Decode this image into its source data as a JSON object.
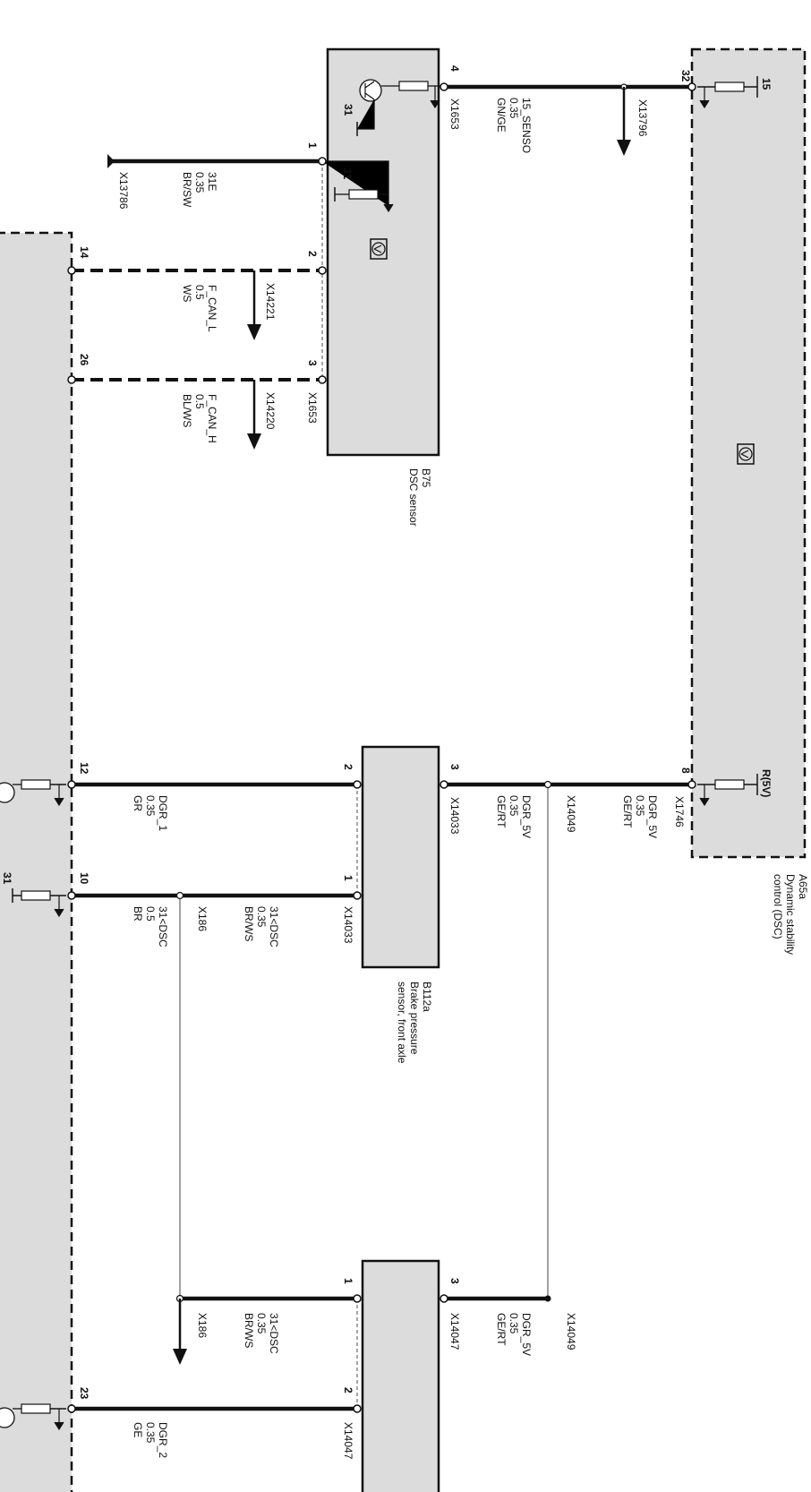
{
  "components": {
    "A65a": {
      "id": "A65a",
      "name_l1": "Dynamic stability",
      "name_l2": "control (DSC)"
    },
    "B75": {
      "id": "B75",
      "name": "DSC sensor"
    },
    "B112a": {
      "id": "B112a",
      "name_l1": "Brake pressure",
      "name_l2": "sensor, front axle"
    }
  },
  "b75": {
    "pin4": "4",
    "pin1": "1",
    "pin2": "2",
    "pin3": "3",
    "conn_top": "X1653",
    "conn_bottom": "X1653",
    "ground_internal_1": "31",
    "ground_internal_2": "31"
  },
  "a65a": {
    "pin32": "32",
    "pin8": "8",
    "term15": "15",
    "termR5v": "R(5V)",
    "conn_bottom": "X1746"
  },
  "left_module": {
    "pin14": "14",
    "pin26": "26",
    "pin12": "12",
    "pin10": "10",
    "pin23": "23",
    "ground31": "31"
  },
  "b112a": {
    "pin3": "3",
    "pin2": "2",
    "pin1": "1",
    "conn_a": "X14033",
    "conn_b": "X14033"
  },
  "lower_sensor": {
    "pin3": "3",
    "pin1": "1",
    "pin2": "2",
    "conn_a": "X14047",
    "conn_b": "X14047"
  },
  "wires": {
    "w15": {
      "name": "15_SENSO",
      "gauge": "0.35",
      "color": "GN/GE"
    },
    "w31e": {
      "name": "31E",
      "gauge": "0.35",
      "color": "BR/SW"
    },
    "wcanl": {
      "name": "F_CAN_L",
      "gauge": "0.5",
      "color": "WS"
    },
    "wcanh": {
      "name": "F_CAN_H",
      "gauge": "0.5",
      "color": "BL/WS"
    },
    "wdgr5v_a": {
      "name": "DGR_5V",
      "gauge": "0.35",
      "color": "GE/RT"
    },
    "wdgr5v_b": {
      "name": "DGR_5V",
      "gauge": "0.35",
      "color": "GE/RT"
    },
    "wdgr5v_c": {
      "name": "DGR_5V",
      "gauge": "0.35",
      "color": "GE/RT"
    },
    "wdgr1": {
      "name": "DGR_1",
      "gauge": "0.35",
      "color": "GR"
    },
    "w31dsc_a": {
      "name": "31<DSC",
      "gauge": "0.35",
      "color": "BR/WS"
    },
    "w31dsc_b": {
      "name": "31<DSC",
      "gauge": "0.5",
      "color": "BR"
    },
    "w31dsc_c": {
      "name": "31<DSC",
      "gauge": "0.35",
      "color": "BR/WS"
    },
    "wdgr2": {
      "name": "DGR_2",
      "gauge": "0.35",
      "color": "GE"
    }
  },
  "connectors": {
    "x13796": "X13796",
    "x13786": "X13786",
    "x14221": "X14221",
    "x14220": "X14220",
    "x14049_a": "X14049",
    "x14049_b": "X14049",
    "x186_a": "X186",
    "x186_b": "X186"
  },
  "colors": {
    "wire": "#111111",
    "module_fill": "#dcdcdc",
    "thin_wire": "#888888"
  }
}
